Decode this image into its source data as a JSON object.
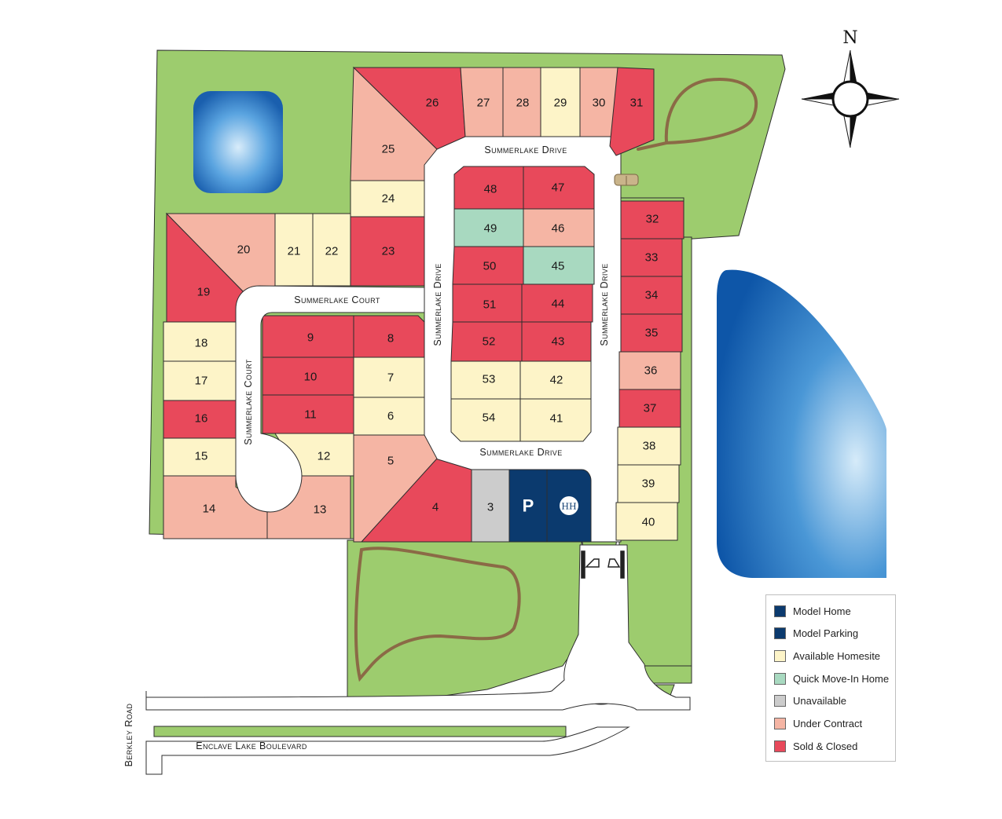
{
  "colors": {
    "model_home": "#0b3a6e",
    "model_parking": "#0b3a6e",
    "available": "#fdf4c8",
    "quick_move_in": "#a8d9c0",
    "unavailable": "#cccccc",
    "under_contract": "#f5b5a4",
    "sold": "#e8495b",
    "green": "#9dcc6e",
    "path": "#8b6a46",
    "lake": "#1a6fc0"
  },
  "compass": {
    "north_label": "N"
  },
  "streets": {
    "summerlake_drive_top": "Summerlake Drive",
    "summerlake_drive_bottom": "Summerlake Drive",
    "summerlake_drive_left": "Summerlake Drive",
    "summerlake_drive_right": "Summerlake Drive",
    "summerlake_court_top": "Summerlake Court",
    "summerlake_court_left": "Summerlake Court",
    "enclave_lake_boulevard": "Enclave Lake Boulevard",
    "berkley_road": "Berkley Road"
  },
  "model_icons": {
    "parking": "P",
    "model_home": "HH"
  },
  "lots": [
    {
      "n": "3",
      "status": "unavailable"
    },
    {
      "n": "4",
      "status": "sold"
    },
    {
      "n": "5",
      "status": "under_contract"
    },
    {
      "n": "6",
      "status": "available"
    },
    {
      "n": "7",
      "status": "available"
    },
    {
      "n": "8",
      "status": "sold"
    },
    {
      "n": "9",
      "status": "sold"
    },
    {
      "n": "10",
      "status": "sold"
    },
    {
      "n": "11",
      "status": "sold"
    },
    {
      "n": "12",
      "status": "available"
    },
    {
      "n": "13",
      "status": "under_contract"
    },
    {
      "n": "14",
      "status": "under_contract"
    },
    {
      "n": "15",
      "status": "available"
    },
    {
      "n": "16",
      "status": "sold"
    },
    {
      "n": "17",
      "status": "available"
    },
    {
      "n": "18",
      "status": "available"
    },
    {
      "n": "19",
      "status": "sold"
    },
    {
      "n": "20",
      "status": "under_contract"
    },
    {
      "n": "21",
      "status": "available"
    },
    {
      "n": "22",
      "status": "available"
    },
    {
      "n": "23",
      "status": "sold"
    },
    {
      "n": "24",
      "status": "available"
    },
    {
      "n": "25",
      "status": "under_contract"
    },
    {
      "n": "26",
      "status": "sold"
    },
    {
      "n": "27",
      "status": "under_contract"
    },
    {
      "n": "28",
      "status": "under_contract"
    },
    {
      "n": "29",
      "status": "available"
    },
    {
      "n": "30",
      "status": "under_contract"
    },
    {
      "n": "31",
      "status": "sold"
    },
    {
      "n": "32",
      "status": "sold"
    },
    {
      "n": "33",
      "status": "sold"
    },
    {
      "n": "34",
      "status": "sold"
    },
    {
      "n": "35",
      "status": "sold"
    },
    {
      "n": "36",
      "status": "under_contract"
    },
    {
      "n": "37",
      "status": "sold"
    },
    {
      "n": "38",
      "status": "available"
    },
    {
      "n": "39",
      "status": "available"
    },
    {
      "n": "40",
      "status": "available"
    },
    {
      "n": "41",
      "status": "available"
    },
    {
      "n": "42",
      "status": "available"
    },
    {
      "n": "43",
      "status": "sold"
    },
    {
      "n": "44",
      "status": "sold"
    },
    {
      "n": "45",
      "status": "quick_move_in"
    },
    {
      "n": "46",
      "status": "under_contract"
    },
    {
      "n": "47",
      "status": "sold"
    },
    {
      "n": "48",
      "status": "sold"
    },
    {
      "n": "49",
      "status": "quick_move_in"
    },
    {
      "n": "50",
      "status": "sold"
    },
    {
      "n": "51",
      "status": "sold"
    },
    {
      "n": "52",
      "status": "sold"
    },
    {
      "n": "53",
      "status": "available"
    },
    {
      "n": "54",
      "status": "available"
    }
  ],
  "legend": [
    {
      "label": "Model Home",
      "key": "model_home"
    },
    {
      "label": "Model Parking",
      "key": "model_parking"
    },
    {
      "label": "Available Homesite",
      "key": "available"
    },
    {
      "label": "Quick Move-In Home",
      "key": "quick_move_in"
    },
    {
      "label": "Unavailable",
      "key": "unavailable"
    },
    {
      "label": "Under Contract",
      "key": "under_contract"
    },
    {
      "label": "Sold & Closed",
      "key": "sold"
    }
  ]
}
